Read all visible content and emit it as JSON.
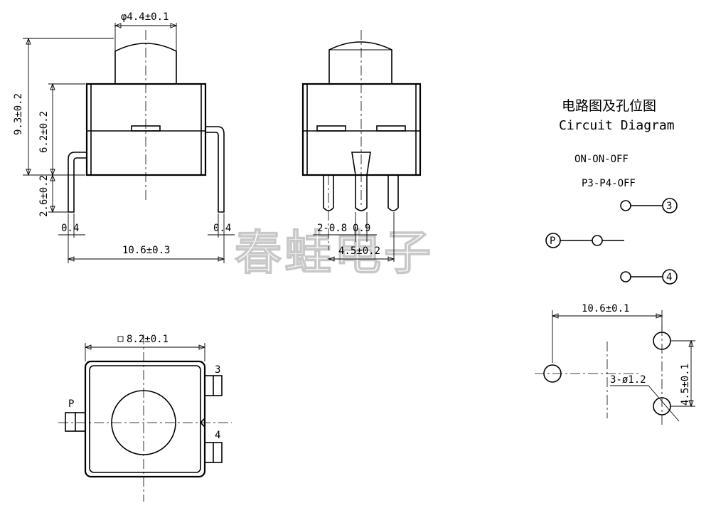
{
  "watermark": "春蛙电子",
  "front_view": {
    "dim_cap_diameter": "φ4.4±0.1",
    "dim_total_height": "9.3±0.2",
    "dim_body_height": "6.2±0.2",
    "dim_pin_height": "2.6±0.2",
    "dim_pin_thk_left": "0.4",
    "dim_pin_thk_right": "0.4",
    "dim_width": "10.6±0.3"
  },
  "side_view": {
    "dim_pin_spec": "2-0.8",
    "dim_pin_width": "0.9",
    "dim_pin_pitch": "4.5±0.2"
  },
  "top_view": {
    "dim_square": "8.2±0.1",
    "pin_label_3": "3",
    "pin_label_4": "4",
    "pin_label_p": "P"
  },
  "circuit": {
    "title_cn": "电路图及孔位图",
    "title_en": "Circuit Diagram",
    "mode": "ON-ON-OFF",
    "sequence": "P3-P4-OFF",
    "node_p": "P",
    "node_3": "3",
    "node_4": "4"
  },
  "hole_layout": {
    "dim_width": "10.6±0.1",
    "dim_height": "4.5±0.1",
    "dim_holes": "3-ø1.2"
  }
}
